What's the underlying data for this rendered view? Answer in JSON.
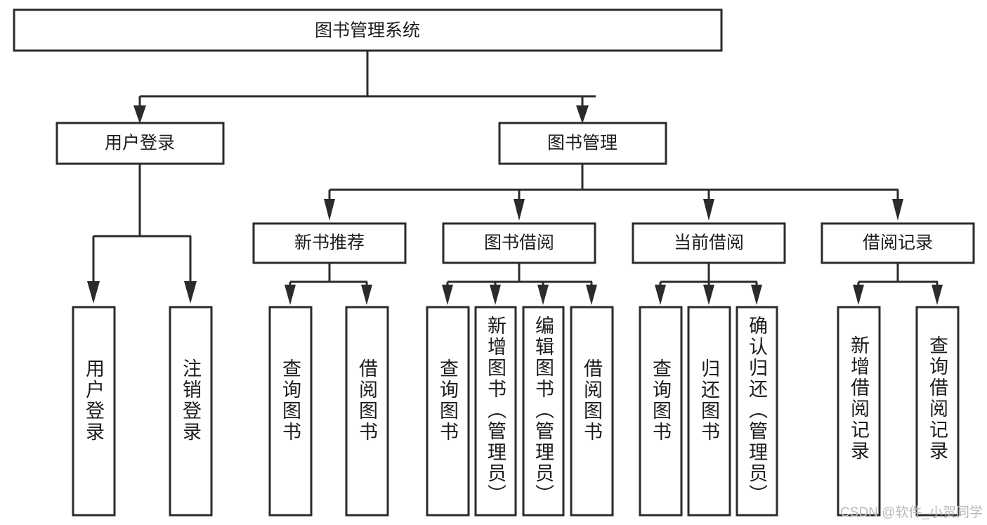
{
  "diagram": {
    "title": "图书管理系统",
    "type": "hierarchy-tree",
    "levels": 4,
    "root": {
      "id": "root",
      "label": "图书管理系统",
      "orientation": "horizontal"
    },
    "level2": [
      {
        "id": "user-login",
        "label": "用户登录",
        "orientation": "horizontal"
      },
      {
        "id": "book-management",
        "label": "图书管理",
        "orientation": "horizontal"
      }
    ],
    "level3": [
      {
        "id": "new-book-recommend",
        "label": "新书推荐",
        "orientation": "horizontal",
        "parent": "book-management"
      },
      {
        "id": "book-borrow",
        "label": "图书借阅",
        "orientation": "horizontal",
        "parent": "book-management"
      },
      {
        "id": "current-borrow",
        "label": "当前借阅",
        "orientation": "horizontal",
        "parent": "book-management"
      },
      {
        "id": "borrow-record",
        "label": "借阅记录",
        "orientation": "horizontal",
        "parent": "book-management"
      }
    ],
    "leaves": {
      "user_login": [
        {
          "id": "leaf-user-login",
          "label": "用户登录",
          "orientation": "vertical"
        },
        {
          "id": "leaf-user-logout",
          "label": "注销登录",
          "orientation": "vertical"
        }
      ],
      "new_book_recommend": [
        {
          "id": "leaf-query-book-1",
          "label": "查询图书",
          "orientation": "vertical"
        },
        {
          "id": "leaf-borrow-book-1",
          "label": "借阅图书",
          "orientation": "vertical"
        }
      ],
      "book_borrow": [
        {
          "id": "leaf-query-book-2",
          "label": "查询图书",
          "orientation": "vertical"
        },
        {
          "id": "leaf-add-book",
          "label": "新增图书（管理员）",
          "orientation": "vertical"
        },
        {
          "id": "leaf-edit-book",
          "label": "编辑图书（管理员）",
          "orientation": "vertical"
        },
        {
          "id": "leaf-borrow-book-2",
          "label": "借阅图书",
          "orientation": "vertical"
        }
      ],
      "current_borrow": [
        {
          "id": "leaf-query-book-3",
          "label": "查询图书",
          "orientation": "vertical"
        },
        {
          "id": "leaf-return-book",
          "label": "归还图书",
          "orientation": "vertical"
        },
        {
          "id": "leaf-confirm-return",
          "label": "确认归还（管理员）",
          "orientation": "vertical"
        }
      ],
      "borrow_record": [
        {
          "id": "leaf-add-record",
          "label": "新增借阅记录",
          "orientation": "vertical"
        },
        {
          "id": "leaf-query-record",
          "label": "查询借阅记录",
          "orientation": "vertical"
        }
      ]
    },
    "colors": {
      "box_stroke": "#2b2b2b",
      "box_fill": "#ffffff",
      "connector": "#2b2b2b",
      "text": "#1c1c1c",
      "watermark": "#b9b9b9",
      "background": "#ffffff"
    }
  },
  "watermark": {
    "text": "CSDN @软件_小贺同学"
  }
}
